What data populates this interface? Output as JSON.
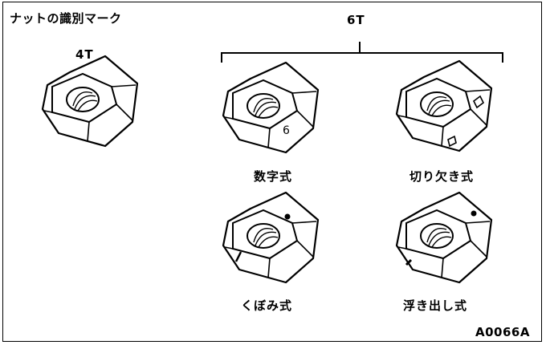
{
  "title": "ナットの識別マーク",
  "grade_4t": "4T",
  "grade_6t": "6T",
  "captions": {
    "number_type": "数字式",
    "notch_type": "切り欠き式",
    "dimple_type": "くぼみ式",
    "raised_type": "浮き出し式"
  },
  "figure_code": "A0066A",
  "number_mark": "6"
}
